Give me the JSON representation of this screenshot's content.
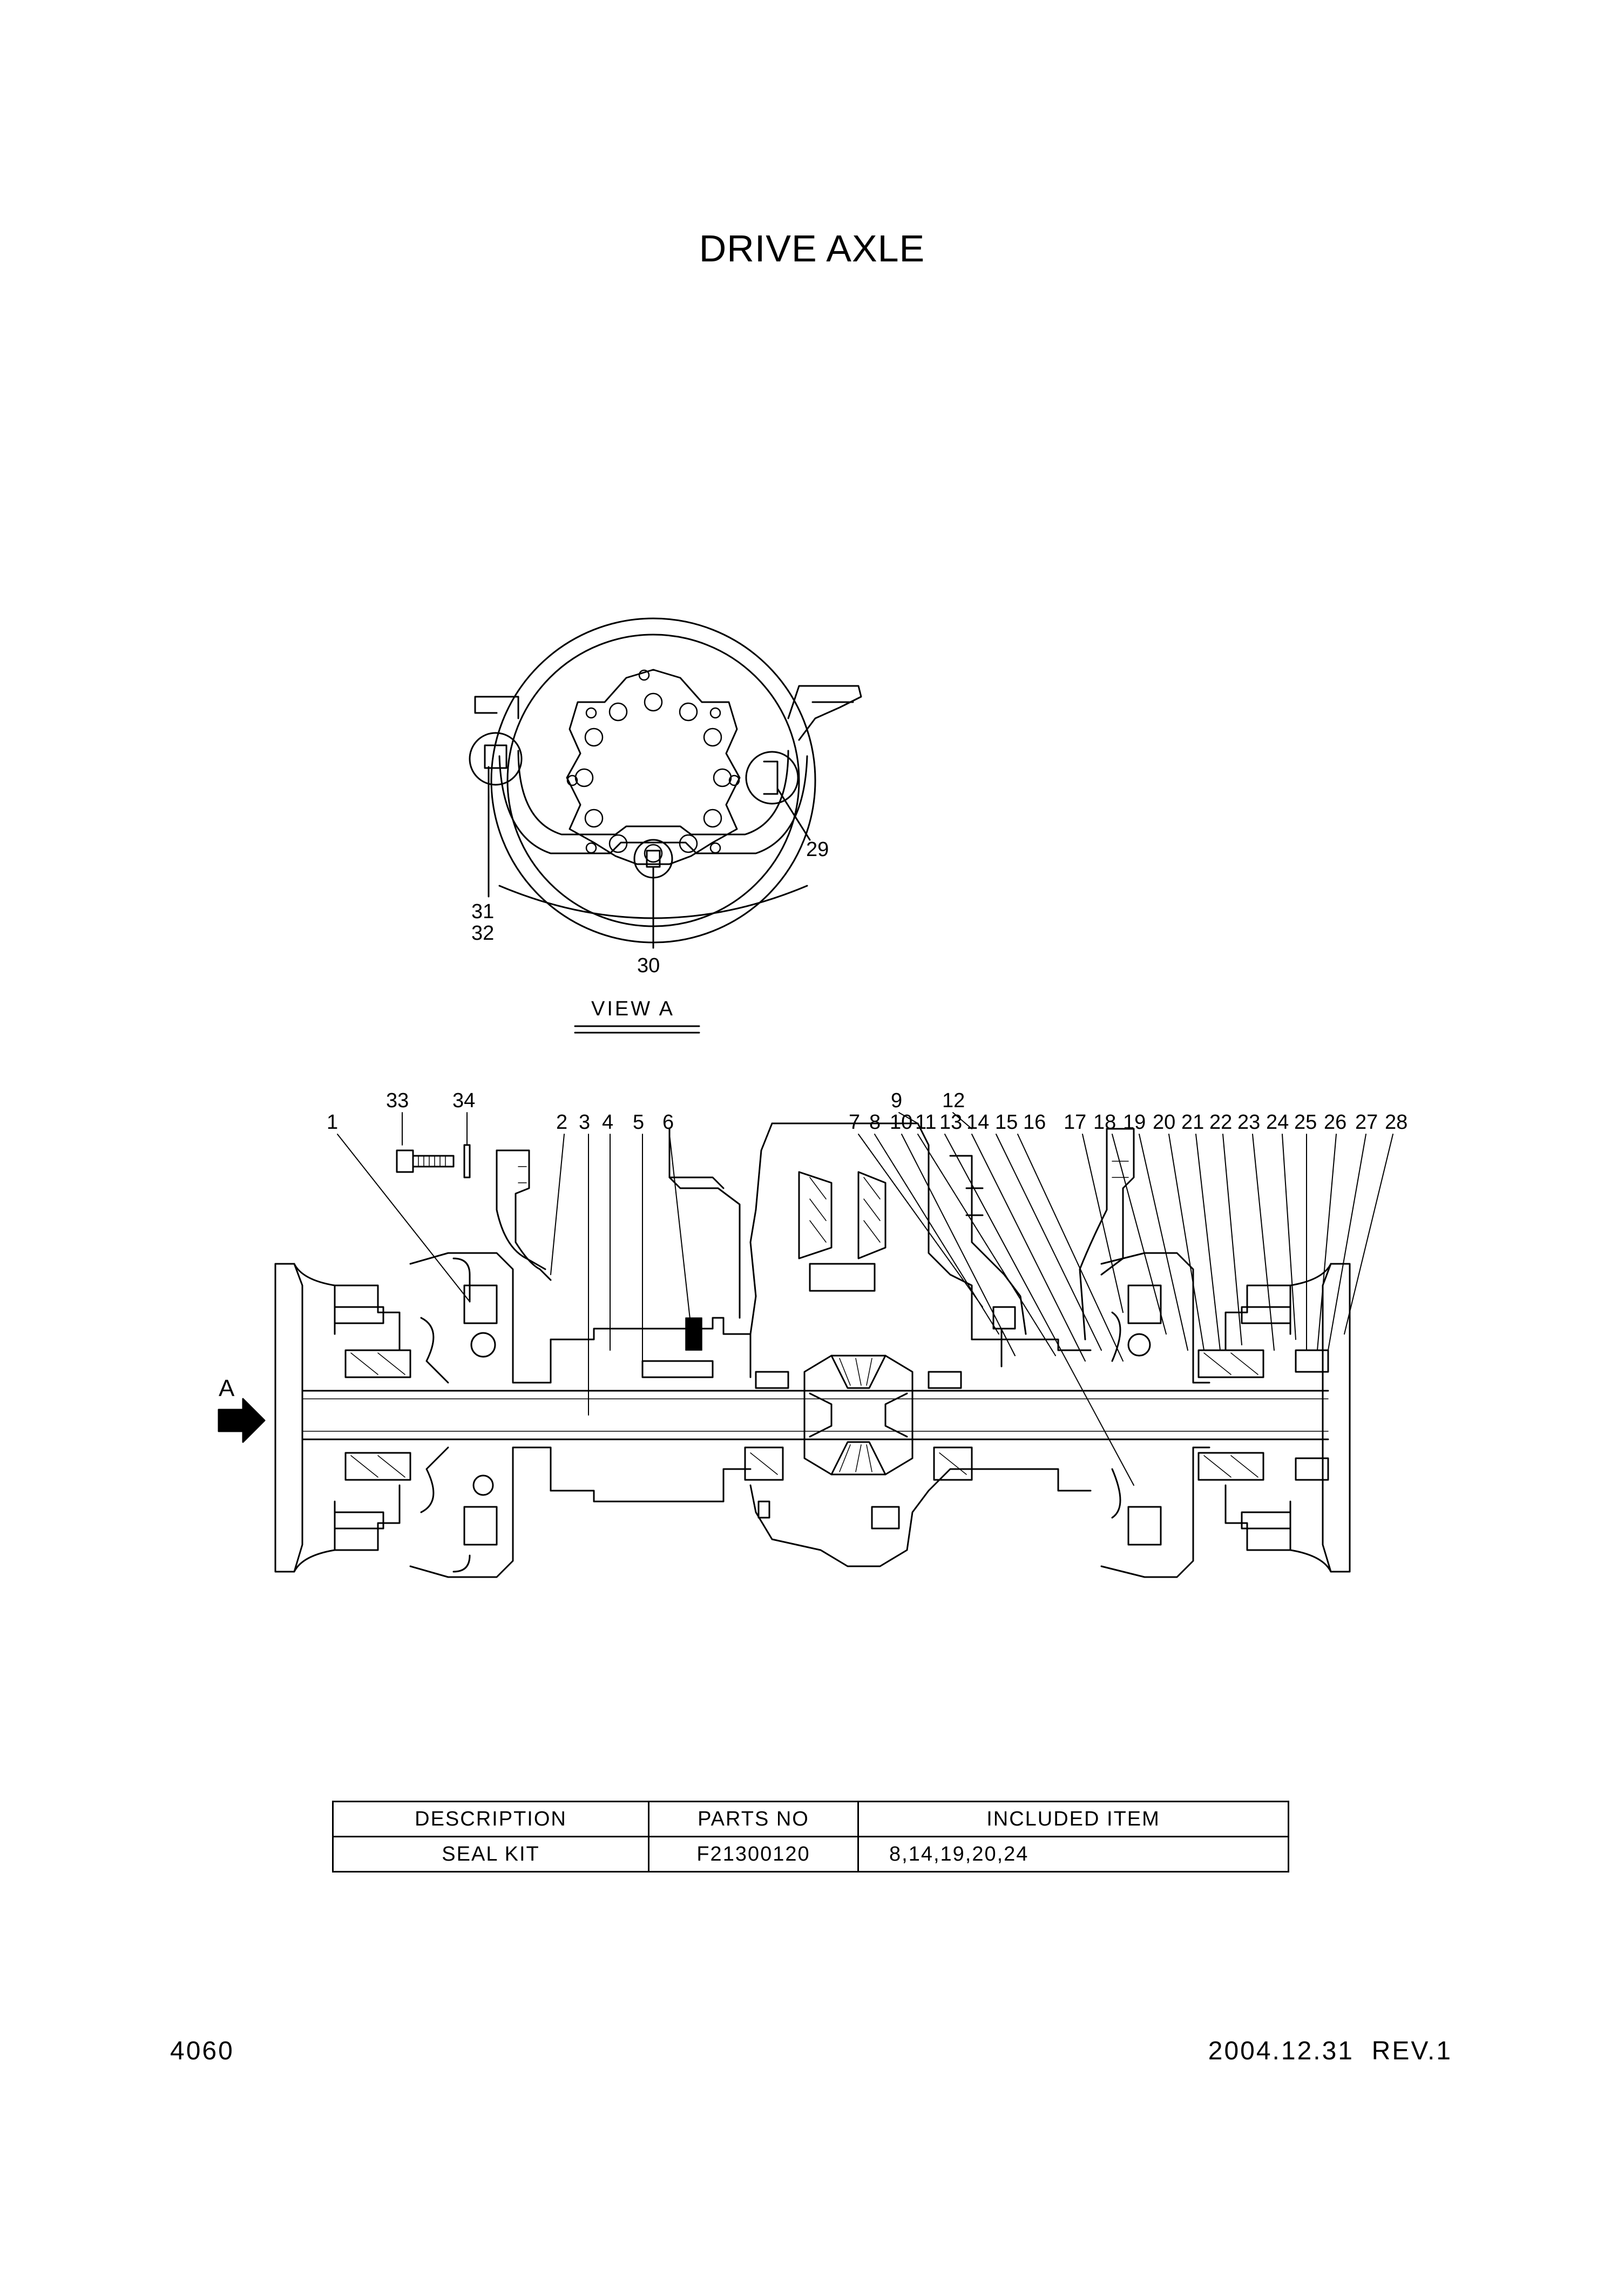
{
  "title": "DRIVE AXLE",
  "view_a": {
    "label": "VIEW A",
    "callouts": [
      "29",
      "30",
      "31",
      "32"
    ]
  },
  "main_view": {
    "arrow_label": "A",
    "callouts": [
      "1",
      "2",
      "3",
      "4",
      "5",
      "6",
      "7",
      "8",
      "9",
      "10",
      "11",
      "12",
      "13",
      "14",
      "15",
      "16",
      "17",
      "18",
      "19",
      "20",
      "21",
      "22",
      "23",
      "24",
      "25",
      "26",
      "27",
      "28",
      "33",
      "34"
    ]
  },
  "table": {
    "headers": [
      "DESCRIPTION",
      "PARTS NO",
      "INCLUDED ITEM"
    ],
    "rows": [
      {
        "description": "SEAL KIT",
        "parts_no": "F21300120",
        "included_item": "8,14,19,20,24"
      }
    ]
  },
  "footer": {
    "page_number": "4060",
    "revision": "2004.12.31  REV.1"
  }
}
